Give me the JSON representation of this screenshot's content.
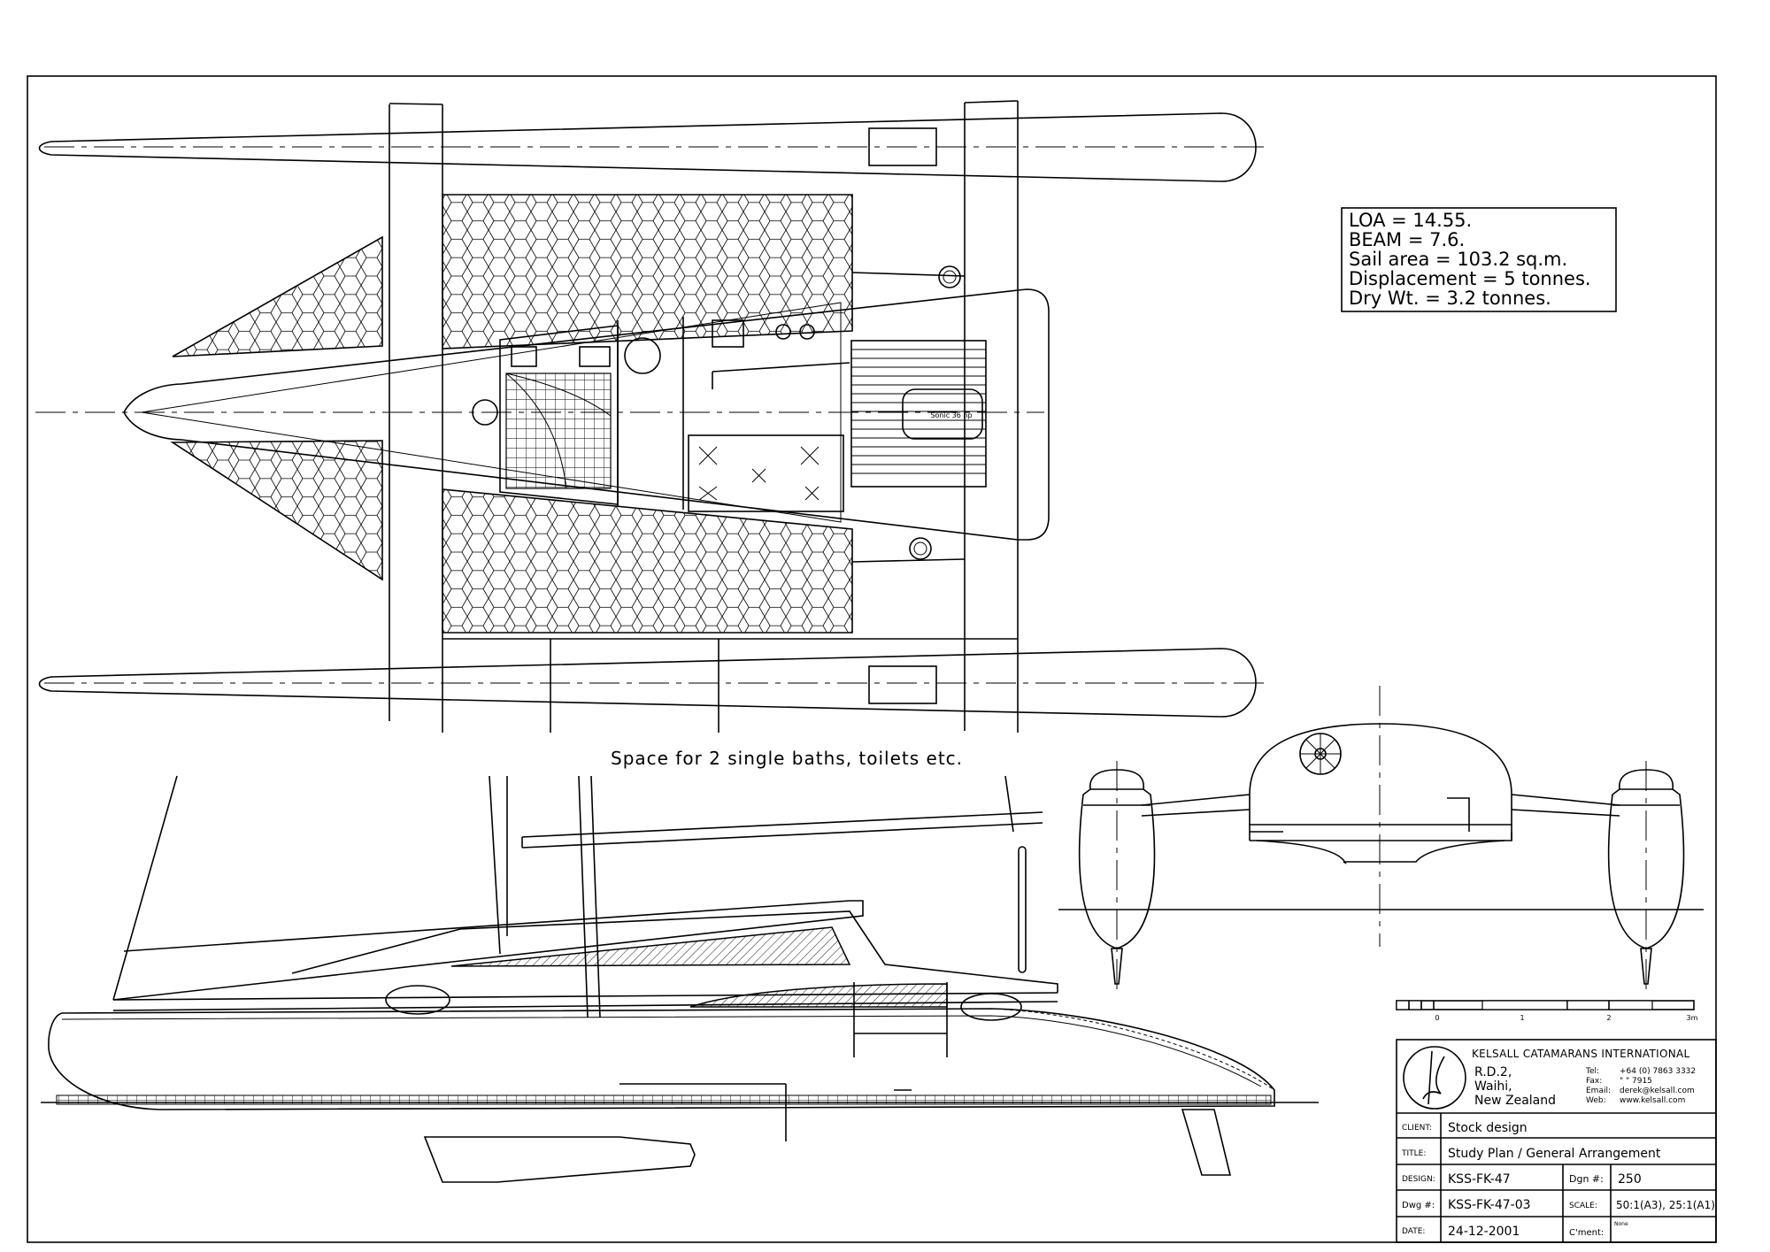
{
  "specs": [
    "LOA = 14.55.",
    "BEAM = 7.6.",
    "Sail area = 103.2 sq.m.",
    "Displacement = 5 tonnes.",
    "Dry Wt. = 3.2 tonnes."
  ],
  "engine_label": "Sonic 36 hp",
  "note": "Space for 2 single baths, toilets etc.",
  "scale_bar": {
    "ticks": [
      "0",
      "1",
      "2",
      "3m"
    ]
  },
  "title_block": {
    "company": "KELSALL CATAMARANS INTERNATIONAL",
    "address": [
      "R.D.2,",
      "Waihi,",
      "New Zealand"
    ],
    "contact_labels": [
      "Tel:",
      "Fax:",
      "Email:",
      "Web:"
    ],
    "contact_values": [
      "+64 (0) 7863 3332",
      "\"   \"   7915",
      "derek@kelsall.com",
      "www.kelsall.com"
    ],
    "client_label": "CLIENT:",
    "client": "Stock design",
    "title_label": "TITLE:",
    "title": "Study Plan / General Arrangement",
    "design_label": "DESIGN:",
    "design": "KSS-FK-47",
    "dgn_label": "Dgn #:",
    "dgn": "250",
    "dwg_label": "Dwg #:",
    "dwg": "KSS-FK-47-03",
    "scale_label": "SCALE:",
    "scale": "50:1(A3), 25:1(A1)",
    "date_label": "DATE:",
    "date": "24-12-2001",
    "cment_label": "C'ment:",
    "cment": "None"
  }
}
